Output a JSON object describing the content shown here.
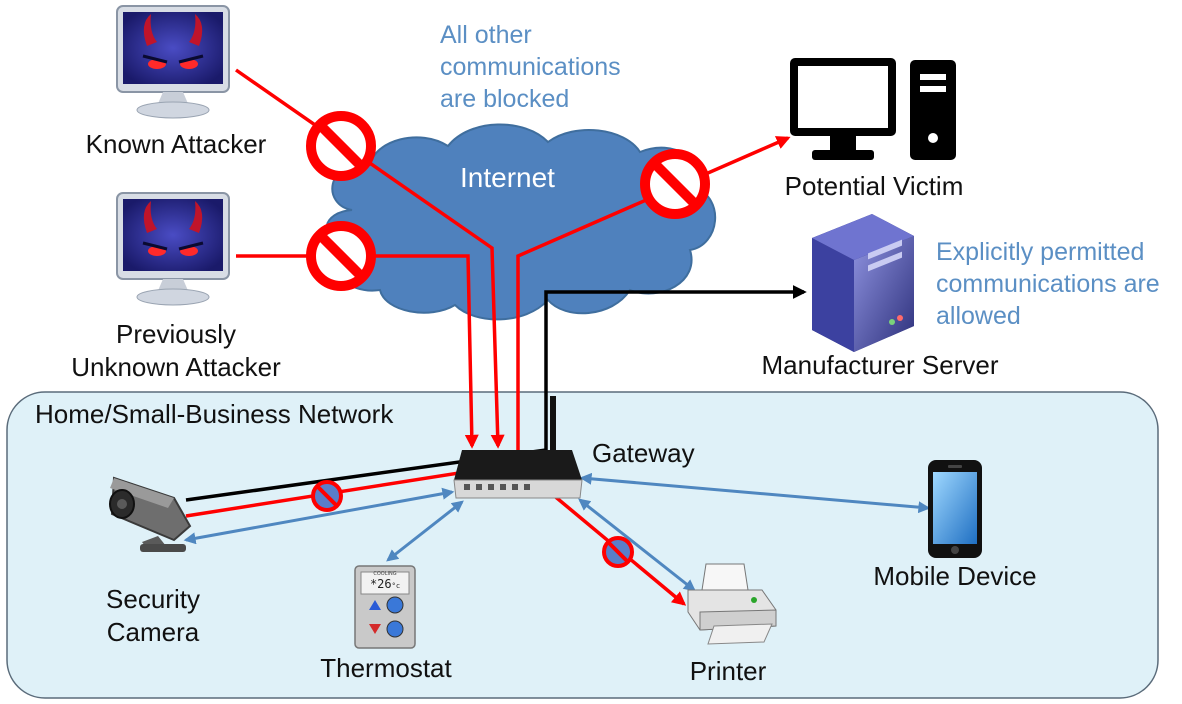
{
  "network": {
    "label": "Home/Small-Business Network",
    "gateway_label": "Gateway"
  },
  "internet": {
    "label": "Internet"
  },
  "notes": {
    "blocked": [
      "All other",
      "communications",
      "are blocked"
    ],
    "permitted": [
      "Explicitly permitted",
      "communications are",
      "allowed"
    ]
  },
  "nodes": {
    "known_attacker": "Known Attacker",
    "unknown_attacker": [
      "Previously",
      "Unknown Attacker"
    ],
    "potential_victim": "Potential Victim",
    "manufacturer_server": "Manufacturer Server",
    "security_camera": [
      "Security",
      "Camera"
    ],
    "thermostat": "Thermostat",
    "printer": "Printer",
    "mobile_device": "Mobile Device"
  },
  "thermostat_display": {
    "mode": "COOLING",
    "temperature": "*26",
    "unit": "°c"
  },
  "colors": {
    "blocked_line": "#ff0000",
    "permitted_line": "#000000",
    "local_link": "#4f87c0",
    "cloud": "#4f81bd",
    "network_area": "#dff1f8",
    "note_text": "#5b8fc4",
    "block_sign": "#ff0000"
  }
}
